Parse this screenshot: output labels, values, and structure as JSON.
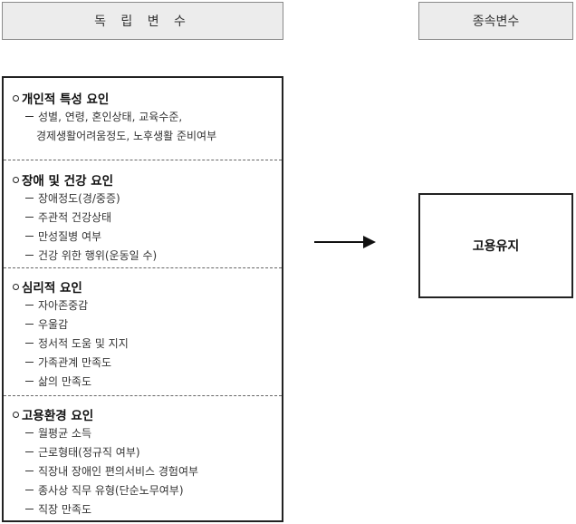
{
  "headers": {
    "independent": "독 립 변 수",
    "dependent": "종속변수"
  },
  "groups": [
    {
      "title": "개인적 특성 요인",
      "items": [
        "성별, 연령, 혼인상태, 교육수준,",
        "경제생활어려움정도, 노후생활 준비여부"
      ]
    },
    {
      "title": "장애 및 건강 요인",
      "items": [
        "장애정도(경/중증)",
        "주관적 건강상태",
        "만성질병 여부",
        "건강 위한 행위(운동일 수)"
      ]
    },
    {
      "title": "심리적 요인",
      "items": [
        "자아존중감",
        "우울감",
        "정서적 도움 및 지지",
        "가족관계 만족도",
        "삶의 만족도"
      ]
    },
    {
      "title": "고용환경 요인",
      "items": [
        "월평균 소득",
        "근로형태(정규직 여부)",
        "직장내 장애인 편의서비스 경험여부",
        "종사상 직무 유형(단순노무여부)",
        "직장 만족도"
      ]
    }
  ],
  "outcome": "고용유지"
}
